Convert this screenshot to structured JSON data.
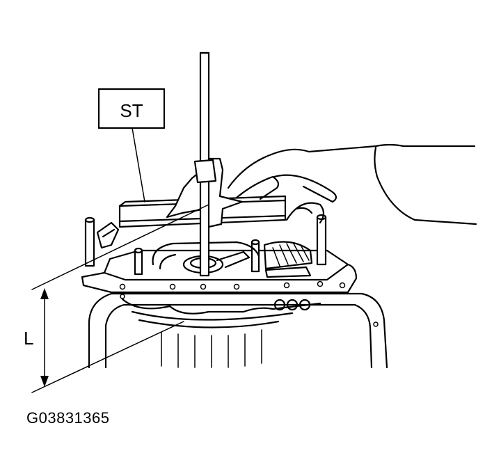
{
  "callout": {
    "tool_label": "ST"
  },
  "dimension": {
    "label": "L"
  },
  "figure": {
    "code": "G03831365"
  },
  "colors": {
    "ink": "#000000",
    "background": "#ffffff"
  }
}
